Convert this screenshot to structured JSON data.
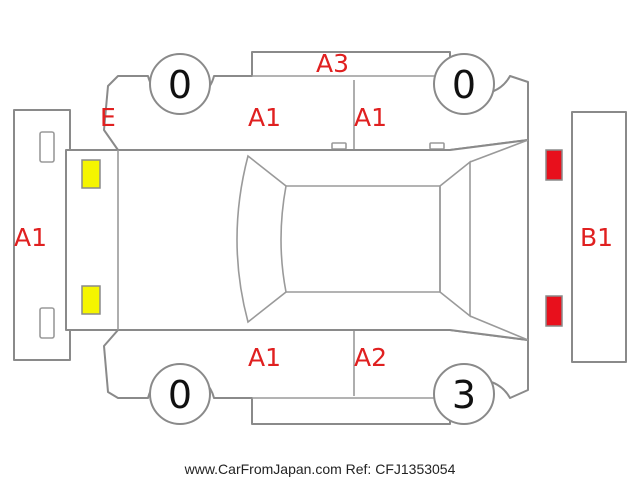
{
  "colors": {
    "outline": "#8a8a8a",
    "damage_text": "#e02020",
    "lamp_front": "#f5f500",
    "lamp_rear": "#e8101c",
    "tire_text": "#111111"
  },
  "tires": {
    "front_left": "0",
    "rear_left": "0",
    "front_right": "0",
    "rear_right": "3"
  },
  "damage_marks": {
    "front_bumper": "A1",
    "rear_bumper": "B1",
    "left_front_fender": "E",
    "left_front_door": "A1",
    "left_rear_door": "A1",
    "left_roof_rail": "A3",
    "right_front_door": "A1",
    "right_rear_door": "A2"
  },
  "footer": {
    "text": "www.CarFromJapan.com Ref: CFJ1353054"
  }
}
